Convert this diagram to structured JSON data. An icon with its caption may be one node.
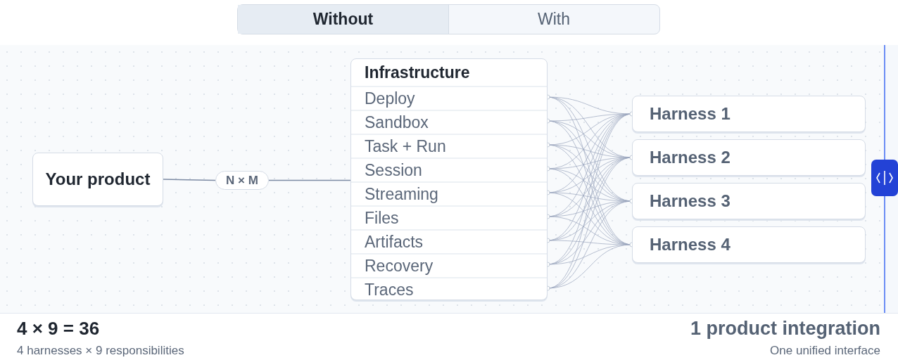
{
  "diagram": {
    "nodes": [
      {
        "text": [
          "Your product"
        ]
      },
      {
        "text": [
          "N × M"
        ]
      },
      {
        "text": [
          "Infrastructure"
        ]
      },
      {
        "text": [
          "Deploy"
        ],
        "in": 2
      },
      {
        "text": [
          "Sandbox"
        ],
        "in": 2
      },
      {
        "text": [
          "Task + Run"
        ],
        "in": 2
      },
      {
        "text": [
          "Session"
        ],
        "in": 2
      },
      {
        "text": [
          "Streaming"
        ],
        "in": 2
      },
      {
        "text": [
          "Files"
        ],
        "in": 2
      },
      {
        "text": [
          "Artifacts"
        ],
        "in": 2
      },
      {
        "text": [
          "Recovery"
        ],
        "in": 2
      },
      {
        "text": [
          "Traces"
        ],
        "in": 2
      },
      {
        "text": [
          "Harness 1"
        ]
      },
      {
        "text": [
          "Harness 2"
        ]
      },
      {
        "text": [
          "Harness 3"
        ]
      },
      {
        "text": [
          "Harness 4"
        ]
      }
    ],
    "edges": [
      {
        "from": 0,
        "to": 1,
        "arrow": "none"
      },
      {
        "from": 1,
        "to": 2,
        "arrow": "none"
      },
      {
        "from": 3,
        "to": 12,
        "arrow": "none"
      },
      {
        "from": 3,
        "to": 13,
        "arrow": "none"
      },
      {
        "from": 3,
        "to": 14,
        "arrow": "none"
      },
      {
        "from": 3,
        "to": 15,
        "arrow": "none"
      },
      {
        "from": 4,
        "to": 12,
        "arrow": "none"
      },
      {
        "from": 4,
        "to": 13,
        "arrow": "none"
      },
      {
        "from": 4,
        "to": 14,
        "arrow": "none"
      },
      {
        "from": 4,
        "to": 15,
        "arrow": "none"
      },
      {
        "from": 5,
        "to": 12,
        "arrow": "none"
      },
      {
        "from": 5,
        "to": 13,
        "arrow": "none"
      },
      {
        "from": 5,
        "to": 14,
        "arrow": "none"
      },
      {
        "from": 5,
        "to": 15,
        "arrow": "none"
      },
      {
        "from": 6,
        "to": 12,
        "arrow": "none"
      },
      {
        "from": 6,
        "to": 13,
        "arrow": "none"
      },
      {
        "from": 6,
        "to": 14,
        "arrow": "none"
      },
      {
        "from": 6,
        "to": 15,
        "arrow": "none"
      },
      {
        "from": 7,
        "to": 12,
        "arrow": "none"
      },
      {
        "from": 7,
        "to": 13,
        "arrow": "none"
      },
      {
        "from": 7,
        "to": 14,
        "arrow": "none"
      },
      {
        "from": 7,
        "to": 15,
        "arrow": "none"
      },
      {
        "from": 8,
        "to": 12,
        "arrow": "none"
      },
      {
        "from": 8,
        "to": 13,
        "arrow": "none"
      },
      {
        "from": 8,
        "to": 14,
        "arrow": "none"
      },
      {
        "from": 8,
        "to": 15,
        "arrow": "none"
      },
      {
        "from": 9,
        "to": 12,
        "arrow": "none"
      },
      {
        "from": 9,
        "to": 13,
        "arrow": "none"
      },
      {
        "from": 9,
        "to": 14,
        "arrow": "none"
      },
      {
        "from": 9,
        "to": 15,
        "arrow": "none"
      },
      {
        "from": 10,
        "to": 12,
        "arrow": "none"
      },
      {
        "from": 10,
        "to": 13,
        "arrow": "none"
      },
      {
        "from": 10,
        "to": 14,
        "arrow": "none"
      },
      {
        "from": 10,
        "to": 15,
        "arrow": "none"
      },
      {
        "from": 11,
        "to": 12,
        "arrow": "none"
      },
      {
        "from": 11,
        "to": 13,
        "arrow": "none"
      },
      {
        "from": 11,
        "to": 14,
        "arrow": "none"
      },
      {
        "from": 11,
        "to": 15,
        "arrow": "none"
      }
    ],
    "labels": [
      "Without",
      "With",
      "4 × 9 = 36",
      "4 harnesses × 9 responsibilities",
      "1 product integration",
      "One unified interface"
    ]
  }
}
